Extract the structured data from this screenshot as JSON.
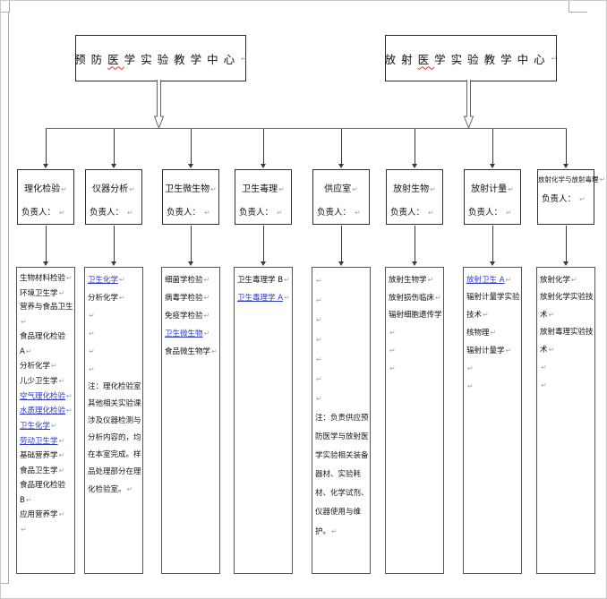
{
  "marks": {
    "eol": "↵"
  },
  "colors": {
    "link_blue": "#2d3bc4",
    "spellcheck_red": "#e03030",
    "border_black": "#2b2b2b"
  },
  "manager_label": "负责人：",
  "top_centers": [
    {
      "label": "预防医学实验教学中心",
      "label_pre": "预防",
      "label_err": "医",
      "label_post": "学实验教学中心"
    },
    {
      "label": "放射医学实验教学中心",
      "label_pre": "放射",
      "label_err": "医",
      "label_post": "学实验教学中心"
    }
  ],
  "departments": [
    {
      "title": "理化检验",
      "courses": [
        {
          "t": "生物材料检验",
          "s": "plain"
        },
        {
          "t": "环境卫生学",
          "s": "plain"
        },
        {
          "t": "营养与食品卫生",
          "s": "plain"
        },
        {
          "t": "食品理化检验 A",
          "s": "plain"
        },
        {
          "t": "分析化学",
          "s": "plain"
        },
        {
          "t": "儿少卫生学",
          "s": "plain"
        },
        {
          "t": "空气理化检验",
          "s": "link"
        },
        {
          "t": "水质理化检验",
          "s": "link"
        },
        {
          "t": "卫生化学",
          "s": "link"
        },
        {
          "t": "劳动卫生学",
          "s": "link"
        },
        {
          "t": "基础营养学",
          "s": "plain"
        },
        {
          "t": "食品卫生学",
          "s": "plain"
        },
        {
          "t": "食品理化检验 B",
          "s": "plain"
        },
        {
          "t": "应用营养学",
          "s": "plain"
        },
        {
          "t": "",
          "s": "plain"
        }
      ]
    },
    {
      "title": "仪器分析",
      "courses": [
        {
          "t": "卫生化学",
          "s": "link"
        },
        {
          "t": "分析化学",
          "s": "plain"
        },
        {
          "t": "",
          "s": "plain"
        },
        {
          "t": "",
          "s": "plain"
        },
        {
          "t": "",
          "s": "plain"
        },
        {
          "t": "",
          "s": "plain"
        },
        {
          "t": "注：理化检验室其他相关实验课涉及仪器检测与分析内容的，均在本室完成。样品处理部分在理化检验室。",
          "s": "note"
        }
      ]
    },
    {
      "title": "卫生微生物",
      "courses": [
        {
          "t": "细菌学检验",
          "s": "plain"
        },
        {
          "t": "病毒学检验",
          "s": "plain"
        },
        {
          "t": "免疫学检验",
          "s": "plain"
        },
        {
          "t": "卫生微生物",
          "s": "link"
        },
        {
          "t": "食品微生物学",
          "s": "plain"
        }
      ]
    },
    {
      "title": "卫生毒理",
      "courses": [
        {
          "t": "卫生毒理学 B",
          "s": "plain"
        },
        {
          "t": "卫生毒理学 A",
          "s": "link"
        }
      ]
    },
    {
      "title": "供应室",
      "courses": [
        {
          "t": "",
          "s": "plain"
        },
        {
          "t": "",
          "s": "plain"
        },
        {
          "t": "",
          "s": "plain"
        },
        {
          "t": "",
          "s": "plain"
        },
        {
          "t": "",
          "s": "plain"
        },
        {
          "t": "",
          "s": "plain"
        },
        {
          "t": "",
          "s": "plain"
        },
        {
          "t": "注：负责供应预防医学与放射医学实验相关装备器材、实验耗材、化学试剂、仪器使用与维护。",
          "s": "note"
        }
      ]
    },
    {
      "title": "放射生物",
      "courses": [
        {
          "t": "放射生物学",
          "s": "plain"
        },
        {
          "t": "放射损伤临床",
          "s": "plain"
        },
        {
          "t": "辐射细胞遗传学",
          "s": "plain"
        },
        {
          "t": "",
          "s": "plain"
        },
        {
          "t": "",
          "s": "plain"
        }
      ]
    },
    {
      "title": "放射计量",
      "courses": [
        {
          "t": "放射卫生 A",
          "s": "link"
        },
        {
          "t": "辐射计量学实验技术",
          "s": "plain"
        },
        {
          "t": "核物理",
          "s": "plain"
        },
        {
          "t": "辐射计量学",
          "s": "plain"
        },
        {
          "t": "",
          "s": "plain"
        },
        {
          "t": "",
          "s": "plain"
        }
      ]
    },
    {
      "title": "放射化学与放射毒理",
      "courses": [
        {
          "t": "放射化学",
          "s": "plain"
        },
        {
          "t": "放射化学实验技术",
          "s": "plain"
        },
        {
          "t": "放射毒理实验技术",
          "s": "plain"
        },
        {
          "t": "",
          "s": "plain"
        },
        {
          "t": "",
          "s": "plain"
        }
      ]
    }
  ]
}
